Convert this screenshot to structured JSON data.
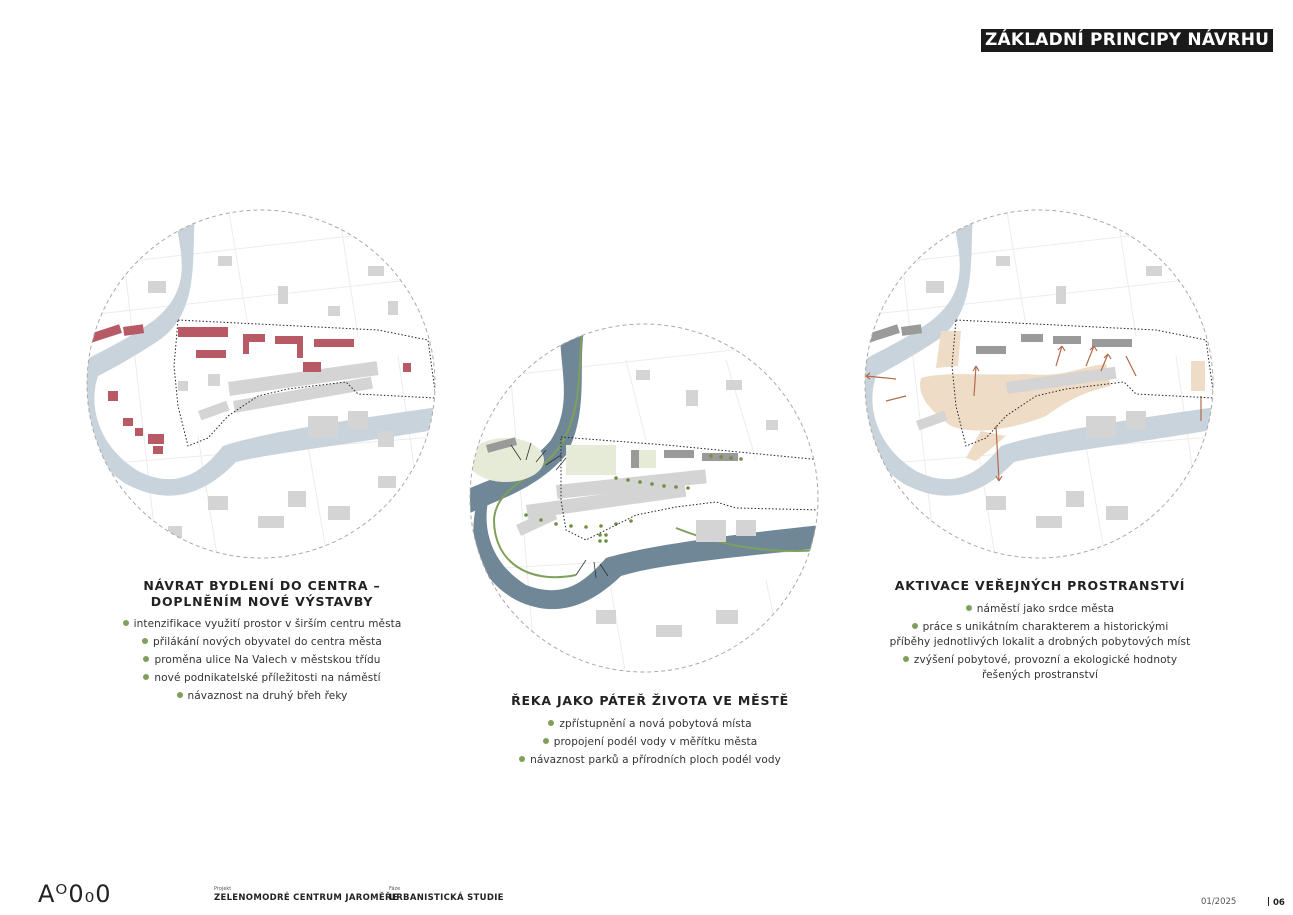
{
  "header": {
    "title": "ZÁKLADNÍ PRINCIPY NÁVRHU"
  },
  "sections": [
    {
      "title_lines": [
        "NÁVRAT BYDLENÍ DO CENTRA –",
        "DOPLNĚNÍM NOVÉ VÝSTAVBY"
      ],
      "bullets": [
        "intenzifikace využití prostor v širším centru města",
        "přilákání nových obyvatel do centra města",
        "proměna ulice Na Valech v městskou třídu",
        "nové podnikatelské příležitosti na náměstí",
        "návaznost na druhý břeh řeky"
      ]
    },
    {
      "title_lines": [
        "ŘEKA JAKO PÁTEŘ ŽIVOTA VE MĚSTĚ"
      ],
      "bullets": [
        "zpřístupnění a nová pobytová místa",
        "propojení podél vody v měřítku města",
        "návaznost parků a přírodních ploch podél vody"
      ]
    },
    {
      "title_lines": [
        "AKTIVACE VEŘEJNÝCH PROSTRANSTVÍ"
      ],
      "bullets": [
        "náměstí jako srdce města",
        "práce s unikátním charakterem a historickými",
        "zvýšení pobytové, provozní a ekologické hodnoty"
      ],
      "bullet_continuations": [
        "příběhy jednotlivých lokalit a drobných pobytových míst",
        "řešených prostranství"
      ]
    }
  ],
  "footer": {
    "logo": "Aᴼ0₀0",
    "project_label": "Projekt",
    "project_value": "ZELENOMODRÉ CENTRUM JAROMĚŘE",
    "phase_label": "Fáze",
    "phase_value": "URBANISTICKÁ STUDIE",
    "date": "01/2025",
    "page_number": "06"
  },
  "colors": {
    "river_light": "#c9d3db",
    "river_dark": "#6f8796",
    "housing_red": "#b85a66",
    "public_space": "#eedcc6",
    "green": "#7fa05a",
    "arrow": "#b36a4a",
    "building": "#d4d4d4"
  },
  "icons": [
    "green-bullet-icon",
    "outward-arrow-icon",
    "tree-dot-icon"
  ]
}
